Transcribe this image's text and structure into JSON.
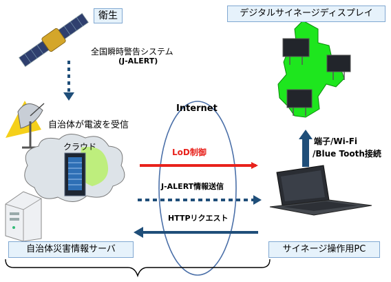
{
  "labels": {
    "satellite": "衛生",
    "system_name": "全国瞬時警告システム",
    "system_code": "(J-ALERT)",
    "antenna_caption": "自治体が電波を受信",
    "cloud": "クラウド",
    "internet": "Internet",
    "lod_control": "LoD制御",
    "jalert_send": "J-ALERT情報送信",
    "http_request": "HTTPリクエスト",
    "server_box": "自治体災害情報サーバ",
    "signage_box": "デジタルサイネージディスプレイ",
    "terminal_line1": "端子/Wi-Fi",
    "terminal_line2": "/Blue Tooth接続",
    "pc_box": "サイネージ操作用PC"
  },
  "colors": {
    "lod_arrow": "#e8221c",
    "dark_arrow": "#1f4e79",
    "up_arrow": "#1f4e79",
    "map_green": "#1ee61e",
    "cloud_fill": "#dde3e8",
    "cloud_green": "#b8f06a",
    "box_fill": "#e6f2fb",
    "box_border": "#7fa7d1",
    "lod_text": "#e8221c"
  }
}
